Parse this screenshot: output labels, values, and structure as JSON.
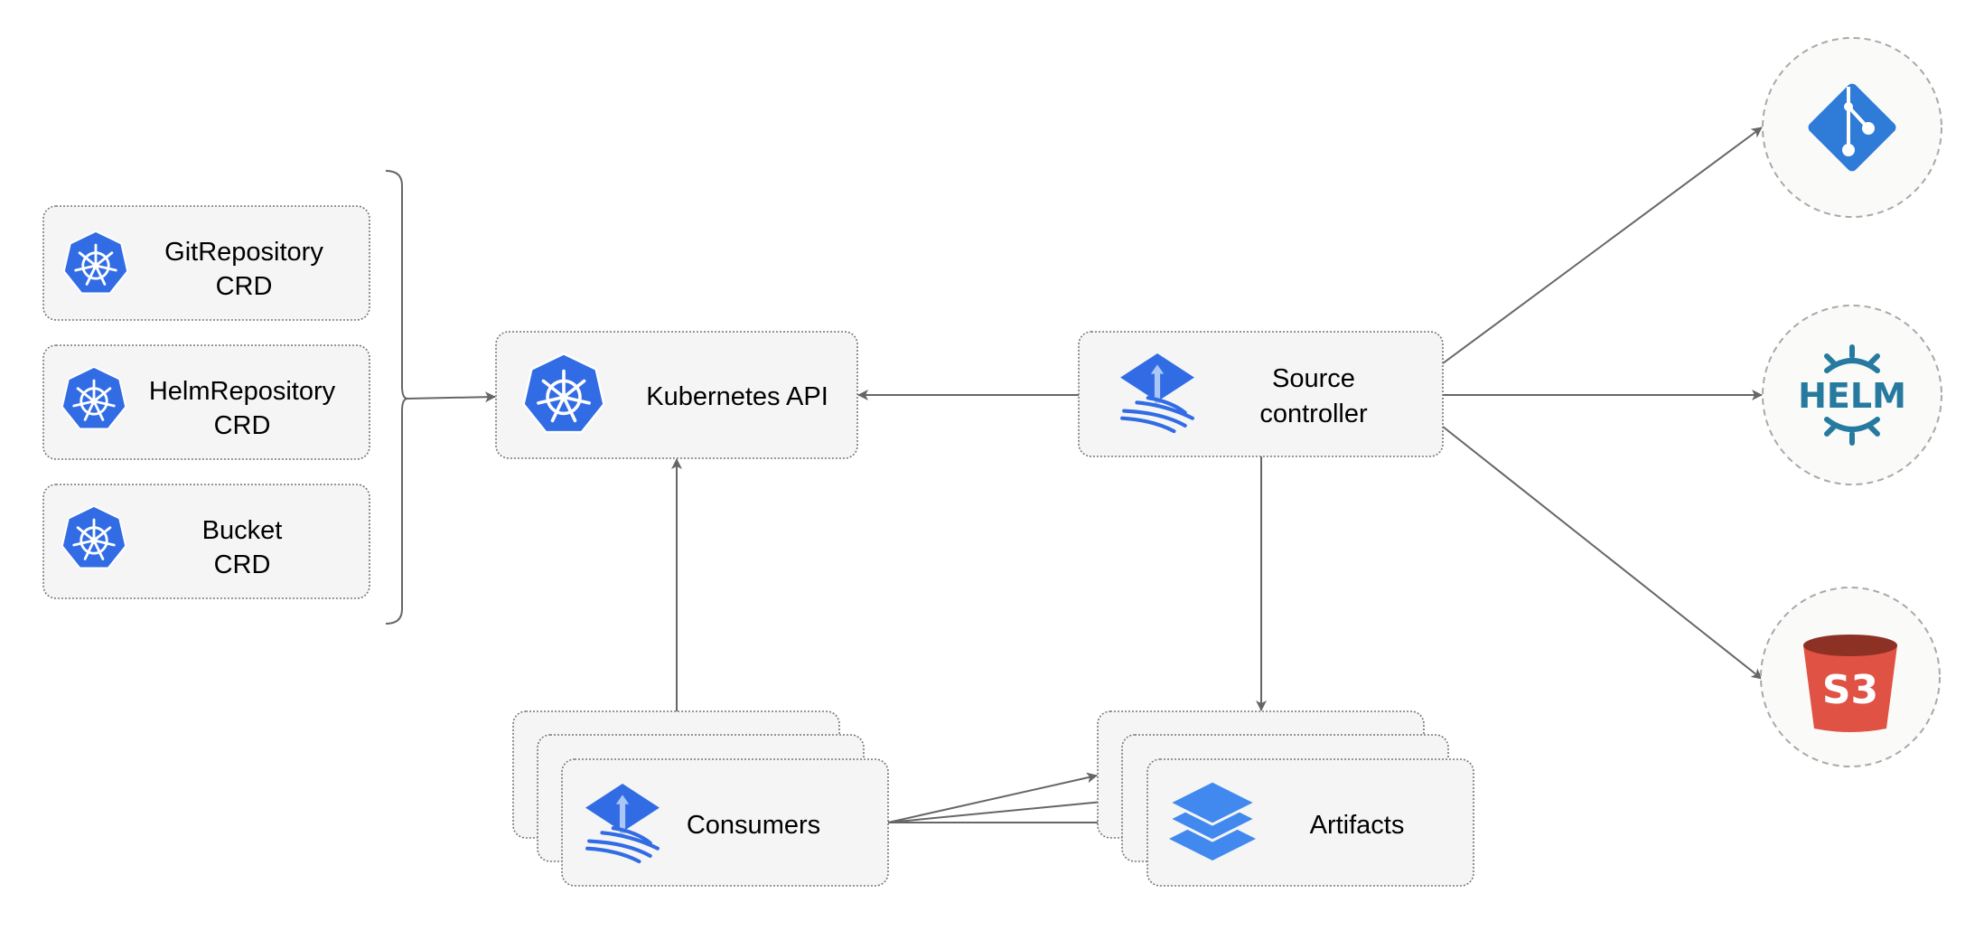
{
  "nodes": {
    "git_crd": {
      "line1": "GitRepository",
      "line2": "CRD",
      "icon": "kubernetes-icon"
    },
    "helm_crd": {
      "line1": "HelmRepository",
      "line2": "CRD",
      "icon": "kubernetes-icon"
    },
    "bucket_crd": {
      "line1": "Bucket",
      "line2": "CRD",
      "icon": "kubernetes-icon"
    },
    "kube_api": {
      "label": "Kubernetes API",
      "icon": "kubernetes-icon"
    },
    "source_controller": {
      "line1": "Source",
      "line2": "controller",
      "icon": "flux-icon"
    },
    "consumers": {
      "label": "Consumers",
      "icon": "flux-icon"
    },
    "artifacts": {
      "label": "Artifacts",
      "icon": "layers-icon"
    },
    "git": {
      "icon": "git-icon"
    },
    "helm": {
      "icon": "helm-icon",
      "logo_text": "HELM"
    },
    "s3": {
      "icon": "s3-bucket-icon",
      "logo_text": "S3"
    }
  },
  "edges": [
    {
      "from": "crds",
      "to": "kube_api"
    },
    {
      "from": "source_controller",
      "to": "kube_api"
    },
    {
      "from": "source_controller",
      "to": "git"
    },
    {
      "from": "source_controller",
      "to": "helm"
    },
    {
      "from": "source_controller",
      "to": "s3"
    },
    {
      "from": "source_controller",
      "to": "artifacts"
    },
    {
      "from": "consumers",
      "to": "kube_api"
    },
    {
      "from": "consumers",
      "to": "artifacts"
    }
  ],
  "colors": {
    "kubernetes": "#326ce5",
    "flux": "#326ce5",
    "git": "#2f7bd8",
    "helm": "#277a9f",
    "s3_body": "#e05243",
    "s3_top": "#8c3123",
    "layers": "#4189ee"
  }
}
